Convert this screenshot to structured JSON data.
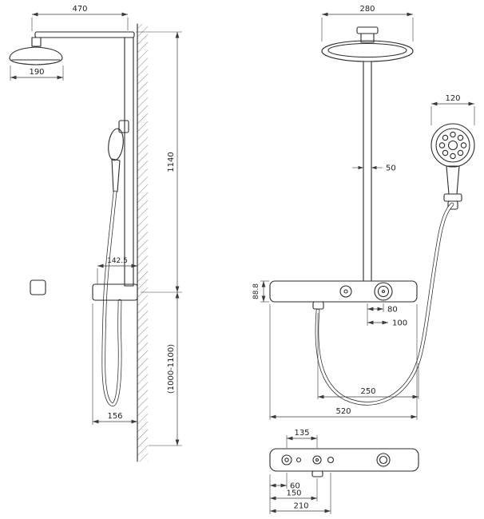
{
  "page": {
    "background": "#ffffff"
  },
  "drawing": {
    "line_color": "#2b2b2b",
    "dim_color": "#3a3a3a",
    "text_color": "#1f1f1f",
    "side_view": {
      "dim_top_width": "470",
      "dim_head_width": "190",
      "dim_column_height": "1140",
      "dim_outlet_offset": "142.5",
      "dim_shelf_depth": "156",
      "dim_install_height": "(1000-1100)"
    },
    "front_view": {
      "dim_head_width": "280",
      "dim_pipe_width": "50",
      "dim_hand_shower_width": "120",
      "dim_shelf_height": "88.8",
      "dim_knob_offset": "80",
      "dim_outlet_offset": "100",
      "dim_hose_span": "250",
      "dim_shelf_width": "520"
    },
    "top_view": {
      "dim_knob_to_outlet": "135",
      "dim_edge_to_knob": "60",
      "dim_edge_to_outlet": "150",
      "dim_edge_to_diverter": "210"
    }
  }
}
